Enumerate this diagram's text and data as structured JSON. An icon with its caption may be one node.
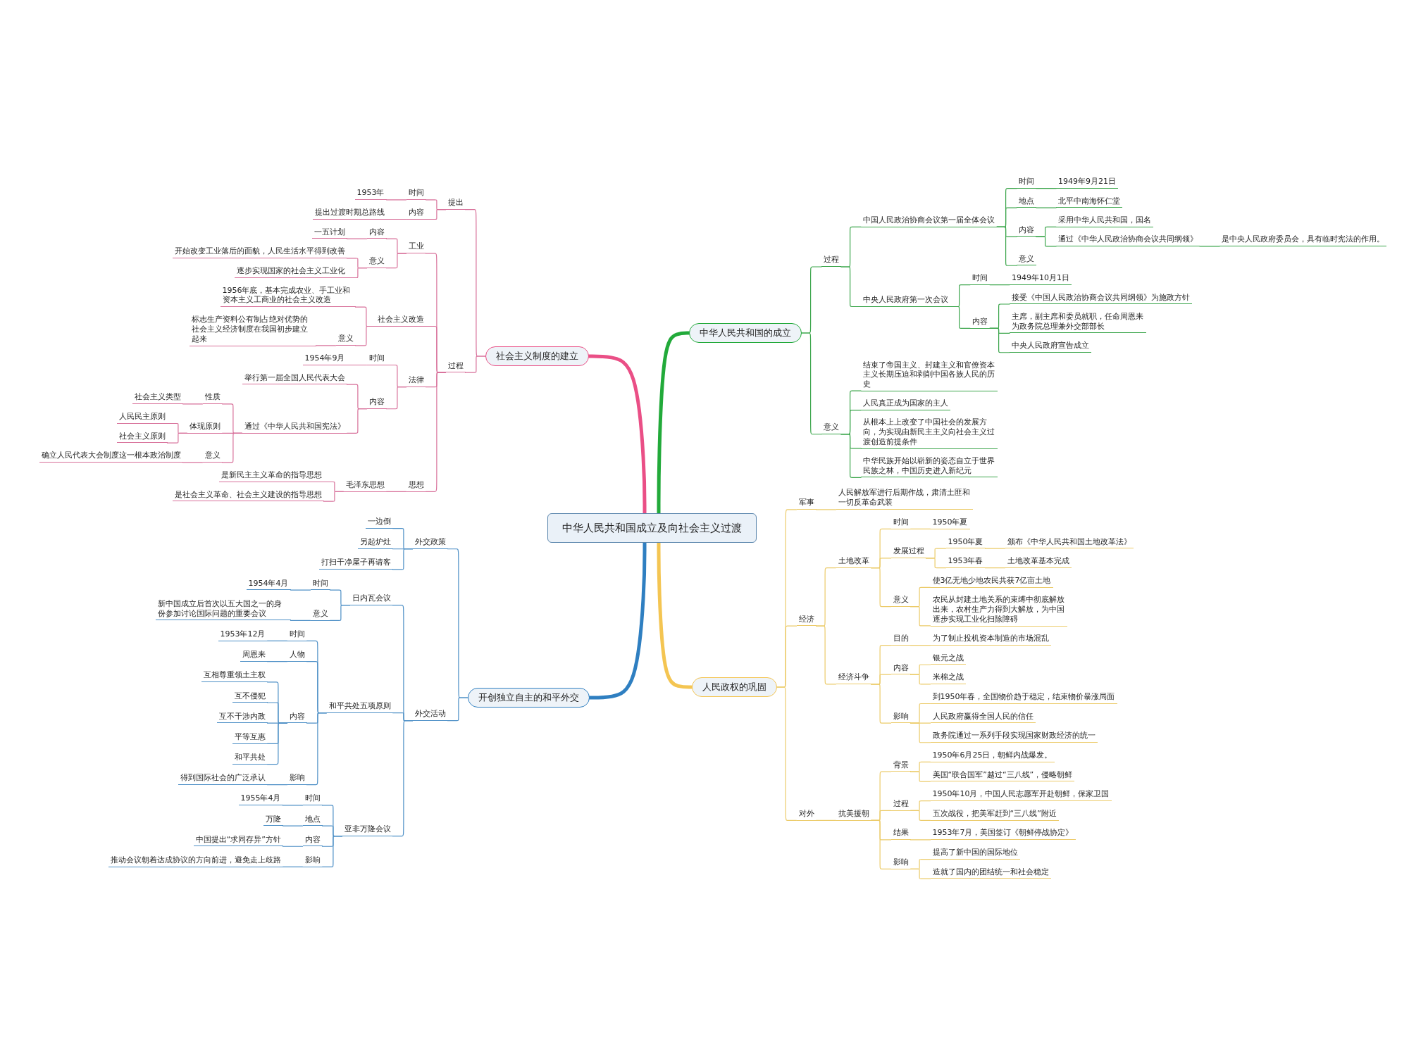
{
  "diagram": {
    "nodes": [
      {
        "text": [
          "中华人民共和国成立及向社会主义过渡"
        ]
      },
      {
        "text": [
          "社会主义制度的建立"
        ]
      },
      {
        "text": [
          "提出"
        ]
      },
      {
        "text": [
          "时间"
        ]
      },
      {
        "text": [
          "1953年"
        ]
      },
      {
        "text": [
          "内容"
        ]
      },
      {
        "text": [
          "提出过渡时期总路线"
        ]
      },
      {
        "text": [
          "过程"
        ]
      },
      {
        "text": [
          "工业"
        ]
      },
      {
        "text": [
          "内容"
        ]
      },
      {
        "text": [
          "一五计划"
        ]
      },
      {
        "text": [
          "意义"
        ]
      },
      {
        "text": [
          "开始改变工业落后的面貌，人民生活水平得到改善"
        ]
      },
      {
        "text": [
          "逐步实现国家的社会主义工业化"
        ]
      },
      {
        "text": [
          "社会主义改造"
        ]
      },
      {
        "text": [
          "1956年底，基本完成农业、手工业和资本主义工商业的社会主义改造"
        ]
      },
      {
        "text": [
          "意义"
        ]
      },
      {
        "text": [
          "标志生产资料公有制占绝对优势的社会主义经济制度在我国初步建立起来"
        ]
      },
      {
        "text": [
          "法律"
        ]
      },
      {
        "text": [
          "时间"
        ]
      },
      {
        "text": [
          "1954年9月"
        ]
      },
      {
        "text": [
          "内容"
        ]
      },
      {
        "text": [
          "举行第一届全国人民代表大会"
        ]
      },
      {
        "text": [
          "通过《中华人民共和国宪法》"
        ]
      },
      {
        "text": [
          "性质"
        ]
      },
      {
        "text": [
          "社会主义类型"
        ]
      },
      {
        "text": [
          "体现原则"
        ]
      },
      {
        "text": [
          "人民民主原则"
        ]
      },
      {
        "text": [
          "社会主义原则"
        ]
      },
      {
        "text": [
          "意义"
        ]
      },
      {
        "text": [
          "确立人民代表大会制度这一根本政治制度"
        ]
      },
      {
        "text": [
          "思想"
        ]
      },
      {
        "text": [
          "毛泽东思想"
        ]
      },
      {
        "text": [
          "是新民主主义革命的指导思想"
        ]
      },
      {
        "text": [
          "是社会主义革命、社会主义建设的指导思想"
        ]
      },
      {
        "text": [
          "开创独立自主的和平外交"
        ]
      },
      {
        "text": [
          "外交政策"
        ]
      },
      {
        "text": [
          "一边倒"
        ]
      },
      {
        "text": [
          "另起炉灶"
        ]
      },
      {
        "text": [
          "打扫干净屋子再请客"
        ]
      },
      {
        "text": [
          "外交活动"
        ]
      },
      {
        "text": [
          "日内瓦会议"
        ]
      },
      {
        "text": [
          "时间"
        ]
      },
      {
        "text": [
          "1954年4月"
        ]
      },
      {
        "text": [
          "意义"
        ]
      },
      {
        "text": [
          "新中国成立后首次以五大国之一的身份参加讨论国际问题的重要会议"
        ]
      },
      {
        "text": [
          "和平共处五项原则"
        ]
      },
      {
        "text": [
          "时间"
        ]
      },
      {
        "text": [
          "1953年12月"
        ]
      },
      {
        "text": [
          "人物"
        ]
      },
      {
        "text": [
          "周恩来"
        ]
      },
      {
        "text": [
          "内容"
        ]
      },
      {
        "text": [
          "互相尊重领土主权"
        ]
      },
      {
        "text": [
          "互不侵犯"
        ]
      },
      {
        "text": [
          "互不干涉内政"
        ]
      },
      {
        "text": [
          "平等互惠"
        ]
      },
      {
        "text": [
          "和平共处"
        ]
      },
      {
        "text": [
          "影响"
        ]
      },
      {
        "text": [
          "得到国际社会的广泛承认"
        ]
      },
      {
        "text": [
          "亚非万隆会议"
        ]
      },
      {
        "text": [
          "时间"
        ]
      },
      {
        "text": [
          "1955年4月"
        ]
      },
      {
        "text": [
          "地点"
        ]
      },
      {
        "text": [
          "万隆"
        ]
      },
      {
        "text": [
          "内容"
        ]
      },
      {
        "text": [
          "中国提出“求同存异”方针"
        ]
      },
      {
        "text": [
          "影响"
        ]
      },
      {
        "text": [
          "推动会议朝着达成协议的方向前进，避免走上歧路"
        ]
      },
      {
        "text": [
          "中华人民共和国的成立"
        ]
      },
      {
        "text": [
          "过程"
        ]
      },
      {
        "text": [
          "中国人民政治协商会议第一届全体会议"
        ]
      },
      {
        "text": [
          "时间"
        ]
      },
      {
        "text": [
          "1949年9月21日"
        ]
      },
      {
        "text": [
          "地点"
        ]
      },
      {
        "text": [
          "北平中南海怀仁堂"
        ]
      },
      {
        "text": [
          "内容"
        ]
      },
      {
        "text": [
          "采用中华人民共和国，国名"
        ]
      },
      {
        "text": [
          "通过《中华人民政治协商会议共同纲领》"
        ]
      },
      {
        "text": [
          "是中央人民政府委员会，具有临时宪法的作用。"
        ]
      },
      {
        "text": [
          "意义"
        ]
      },
      {
        "text": [
          "中央人民政府第一次会议"
        ]
      },
      {
        "text": [
          "时间"
        ]
      },
      {
        "text": [
          "1949年10月1日"
        ]
      },
      {
        "text": [
          "内容"
        ]
      },
      {
        "text": [
          "接受《中国人民政治协商会议共同纲领》为施政方针"
        ]
      },
      {
        "text": [
          "主席，副主席和委员就职，任命周恩来为政务院总理兼外交部部长"
        ]
      },
      {
        "text": [
          "中央人民政府宣告成立"
        ]
      },
      {
        "text": [
          "意义"
        ]
      },
      {
        "text": [
          "结束了帝国主义、封建主义和官僚资本主义长期压迫和剥削中国各族人民的历史"
        ]
      },
      {
        "text": [
          "人民真正成为国家的主人"
        ]
      },
      {
        "text": [
          "从根本上上改变了中国社会的发展方向，为实现由新民主主义向社会主义过渡创造前提条件"
        ]
      },
      {
        "text": [
          "中华民族开始以崭新的姿态自立于世界民族之林，中国历史进入新纪元"
        ]
      },
      {
        "text": [
          "人民政权的巩固"
        ]
      },
      {
        "text": [
          "军事"
        ]
      },
      {
        "text": [
          "人民解放军进行后期作战，肃清土匪和一切反革命武装"
        ]
      },
      {
        "text": [
          "经济"
        ]
      },
      {
        "text": [
          "土地改革"
        ]
      },
      {
        "text": [
          "时间"
        ]
      },
      {
        "text": [
          "1950年夏"
        ]
      },
      {
        "text": [
          "发展过程"
        ]
      },
      {
        "text": [
          "1950年夏"
        ]
      },
      {
        "text": [
          "颁布《中华人民共和国土地改革法》"
        ]
      },
      {
        "text": [
          "1953年春"
        ]
      },
      {
        "text": [
          "土地改革基本完成"
        ]
      },
      {
        "text": [
          "意义"
        ]
      },
      {
        "text": [
          "使3亿无地少地农民共获7亿亩土地"
        ]
      },
      {
        "text": [
          "农民从封建土地关系的束缚中彻底解放出来，农村生产力得到大解放，为中国逐步实现工业化扫除障碍"
        ]
      },
      {
        "text": [
          "经济斗争"
        ]
      },
      {
        "text": [
          "目的"
        ]
      },
      {
        "text": [
          "为了制止投机资本制造的市场混乱"
        ]
      },
      {
        "text": [
          "内容"
        ]
      },
      {
        "text": [
          "银元之战"
        ]
      },
      {
        "text": [
          "米棉之战"
        ]
      },
      {
        "text": [
          "影响"
        ]
      },
      {
        "text": [
          "到1950年春，全国物价趋于稳定，结束物价暴涨局面"
        ]
      },
      {
        "text": [
          "人民政府赢得全国人民的信任"
        ]
      },
      {
        "text": [
          "政务院通过一系列手段实现国家财政经济的统一"
        ]
      },
      {
        "text": [
          "对外"
        ]
      },
      {
        "text": [
          "抗美援朝"
        ]
      },
      {
        "text": [
          "背景"
        ]
      },
      {
        "text": [
          "1950年6月25日，朝鲜内战爆发。"
        ]
      },
      {
        "text": [
          "美国“联合国军”越过“三八线”，侵略朝鲜"
        ]
      },
      {
        "text": [
          "过程"
        ]
      },
      {
        "text": [
          "1950年10月，中国人民志愿军开赴朝鲜，保家卫国"
        ]
      },
      {
        "text": [
          "五次战役，把美军赶到“三八线”附近"
        ]
      },
      {
        "text": [
          "结果"
        ]
      },
      {
        "text": [
          "1953年7月，美国签订《朝鲜停战协定》"
        ]
      },
      {
        "text": [
          "影响"
        ]
      },
      {
        "text": [
          "提高了新中国的国际地位"
        ]
      },
      {
        "text": [
          "造就了国内的团结统一和社会稳定"
        ]
      }
    ],
    "edges": [
      {
        "from": 0,
        "to": 1,
        "arrow": "none",
        "style": "thick",
        "color": "#ea4f86"
      },
      {
        "from": 1,
        "to": 2,
        "arrow": "none",
        "color": "#d8709a"
      },
      {
        "from": 2,
        "to": 3,
        "arrow": "none",
        "color": "#d8709a"
      },
      {
        "from": 3,
        "to": 4,
        "arrow": "none",
        "color": "#d8709a"
      },
      {
        "from": 2,
        "to": 5,
        "arrow": "none",
        "color": "#d8709a"
      },
      {
        "from": 5,
        "to": 6,
        "arrow": "none",
        "color": "#d8709a"
      },
      {
        "from": 1,
        "to": 7,
        "arrow": "none",
        "color": "#d8709a"
      },
      {
        "from": 7,
        "to": 8,
        "arrow": "none",
        "color": "#d8709a"
      },
      {
        "from": 8,
        "to": 9,
        "arrow": "none",
        "color": "#d8709a"
      },
      {
        "from": 9,
        "to": 10,
        "arrow": "none",
        "color": "#d8709a"
      },
      {
        "from": 8,
        "to": 11,
        "arrow": "none",
        "color": "#d8709a"
      },
      {
        "from": 11,
        "to": 12,
        "arrow": "none",
        "color": "#d8709a"
      },
      {
        "from": 11,
        "to": 13,
        "arrow": "none",
        "color": "#d8709a"
      },
      {
        "from": 7,
        "to": 14,
        "arrow": "none",
        "color": "#d8709a"
      },
      {
        "from": 14,
        "to": 15,
        "arrow": "none",
        "color": "#d8709a"
      },
      {
        "from": 14,
        "to": 16,
        "arrow": "none",
        "color": "#d8709a"
      },
      {
        "from": 16,
        "to": 17,
        "arrow": "none",
        "color": "#d8709a"
      },
      {
        "from": 7,
        "to": 18,
        "arrow": "none",
        "color": "#d8709a"
      },
      {
        "from": 18,
        "to": 19,
        "arrow": "none",
        "color": "#d8709a"
      },
      {
        "from": 19,
        "to": 20,
        "arrow": "none",
        "color": "#d8709a"
      },
      {
        "from": 18,
        "to": 21,
        "arrow": "none",
        "color": "#d8709a"
      },
      {
        "from": 21,
        "to": 22,
        "arrow": "none",
        "color": "#d8709a"
      },
      {
        "from": 21,
        "to": 23,
        "arrow": "none",
        "color": "#d8709a"
      },
      {
        "from": 23,
        "to": 24,
        "arrow": "none",
        "color": "#d8709a"
      },
      {
        "from": 24,
        "to": 25,
        "arrow": "none",
        "color": "#d8709a"
      },
      {
        "from": 23,
        "to": 26,
        "arrow": "none",
        "color": "#d8709a"
      },
      {
        "from": 26,
        "to": 27,
        "arrow": "none",
        "color": "#d8709a"
      },
      {
        "from": 26,
        "to": 28,
        "arrow": "none",
        "color": "#d8709a"
      },
      {
        "from": 23,
        "to": 29,
        "arrow": "none",
        "color": "#d8709a"
      },
      {
        "from": 29,
        "to": 30,
        "arrow": "none",
        "color": "#d8709a"
      },
      {
        "from": 7,
        "to": 31,
        "arrow": "none",
        "color": "#d8709a"
      },
      {
        "from": 31,
        "to": 32,
        "arrow": "none",
        "color": "#d8709a"
      },
      {
        "from": 32,
        "to": 33,
        "arrow": "none",
        "color": "#d8709a"
      },
      {
        "from": 32,
        "to": 34,
        "arrow": "none",
        "color": "#d8709a"
      },
      {
        "from": 0,
        "to": 35,
        "arrow": "none",
        "style": "thick",
        "color": "#2f7fc1"
      },
      {
        "from": 35,
        "to": 36,
        "arrow": "none",
        "color": "#4d8fc6"
      },
      {
        "from": 36,
        "to": 37,
        "arrow": "none",
        "color": "#4d8fc6"
      },
      {
        "from": 36,
        "to": 38,
        "arrow": "none",
        "color": "#4d8fc6"
      },
      {
        "from": 36,
        "to": 39,
        "arrow": "none",
        "color": "#4d8fc6"
      },
      {
        "from": 35,
        "to": 40,
        "arrow": "none",
        "color": "#4d8fc6"
      },
      {
        "from": 40,
        "to": 41,
        "arrow": "none",
        "color": "#4d8fc6"
      },
      {
        "from": 41,
        "to": 42,
        "arrow": "none",
        "color": "#4d8fc6"
      },
      {
        "from": 42,
        "to": 43,
        "arrow": "none",
        "color": "#4d8fc6"
      },
      {
        "from": 41,
        "to": 44,
        "arrow": "none",
        "color": "#4d8fc6"
      },
      {
        "from": 44,
        "to": 45,
        "arrow": "none",
        "color": "#4d8fc6"
      },
      {
        "from": 40,
        "to": 46,
        "arrow": "none",
        "color": "#4d8fc6"
      },
      {
        "from": 46,
        "to": 47,
        "arrow": "none",
        "color": "#4d8fc6"
      },
      {
        "from": 47,
        "to": 48,
        "arrow": "none",
        "color": "#4d8fc6"
      },
      {
        "from": 46,
        "to": 49,
        "arrow": "none",
        "color": "#4d8fc6"
      },
      {
        "from": 49,
        "to": 50,
        "arrow": "none",
        "color": "#4d8fc6"
      },
      {
        "from": 46,
        "to": 51,
        "arrow": "none",
        "color": "#4d8fc6"
      },
      {
        "from": 51,
        "to": 52,
        "arrow": "none",
        "color": "#4d8fc6"
      },
      {
        "from": 51,
        "to": 53,
        "arrow": "none",
        "color": "#4d8fc6"
      },
      {
        "from": 51,
        "to": 54,
        "arrow": "none",
        "color": "#4d8fc6"
      },
      {
        "from": 51,
        "to": 55,
        "arrow": "none",
        "color": "#4d8fc6"
      },
      {
        "from": 51,
        "to": 56,
        "arrow": "none",
        "color": "#4d8fc6"
      },
      {
        "from": 46,
        "to": 57,
        "arrow": "none",
        "color": "#4d8fc6"
      },
      {
        "from": 57,
        "to": 58,
        "arrow": "none",
        "color": "#4d8fc6"
      },
      {
        "from": 40,
        "to": 59,
        "arrow": "none",
        "color": "#4d8fc6"
      },
      {
        "from": 59,
        "to": 60,
        "arrow": "none",
        "color": "#4d8fc6"
      },
      {
        "from": 60,
        "to": 61,
        "arrow": "none",
        "color": "#4d8fc6"
      },
      {
        "from": 59,
        "to": 62,
        "arrow": "none",
        "color": "#4d8fc6"
      },
      {
        "from": 62,
        "to": 63,
        "arrow": "none",
        "color": "#4d8fc6"
      },
      {
        "from": 59,
        "to": 64,
        "arrow": "none",
        "color": "#4d8fc6"
      },
      {
        "from": 64,
        "to": 65,
        "arrow": "none",
        "color": "#4d8fc6"
      },
      {
        "from": 59,
        "to": 66,
        "arrow": "none",
        "color": "#4d8fc6"
      },
      {
        "from": 66,
        "to": 67,
        "arrow": "none",
        "color": "#4d8fc6"
      },
      {
        "from": 0,
        "to": 68,
        "arrow": "none",
        "style": "thick",
        "color": "#22aa3a"
      },
      {
        "from": 68,
        "to": 69,
        "arrow": "none",
        "color": "#3aa54a"
      },
      {
        "from": 69,
        "to": 70,
        "arrow": "none",
        "color": "#3aa54a"
      },
      {
        "from": 70,
        "to": 71,
        "arrow": "none",
        "color": "#3aa54a"
      },
      {
        "from": 71,
        "to": 72,
        "arrow": "none",
        "color": "#3aa54a"
      },
      {
        "from": 70,
        "to": 73,
        "arrow": "none",
        "color": "#3aa54a"
      },
      {
        "from": 73,
        "to": 74,
        "arrow": "none",
        "color": "#3aa54a"
      },
      {
        "from": 70,
        "to": 75,
        "arrow": "none",
        "color": "#3aa54a"
      },
      {
        "from": 75,
        "to": 76,
        "arrow": "none",
        "color": "#3aa54a"
      },
      {
        "from": 75,
        "to": 77,
        "arrow": "none",
        "color": "#3aa54a"
      },
      {
        "from": 77,
        "to": 78,
        "arrow": "none",
        "color": "#3aa54a"
      },
      {
        "from": 70,
        "to": 79,
        "arrow": "none",
        "color": "#3aa54a"
      },
      {
        "from": 69,
        "to": 80,
        "arrow": "none",
        "color": "#3aa54a"
      },
      {
        "from": 80,
        "to": 81,
        "arrow": "none",
        "color": "#3aa54a"
      },
      {
        "from": 81,
        "to": 82,
        "arrow": "none",
        "color": "#3aa54a"
      },
      {
        "from": 80,
        "to": 83,
        "arrow": "none",
        "color": "#3aa54a"
      },
      {
        "from": 83,
        "to": 84,
        "arrow": "none",
        "color": "#3aa54a"
      },
      {
        "from": 83,
        "to": 85,
        "arrow": "none",
        "color": "#3aa54a"
      },
      {
        "from": 83,
        "to": 86,
        "arrow": "none",
        "color": "#3aa54a"
      },
      {
        "from": 68,
        "to": 87,
        "arrow": "none",
        "color": "#3aa54a"
      },
      {
        "from": 87,
        "to": 88,
        "arrow": "none",
        "color": "#3aa54a"
      },
      {
        "from": 87,
        "to": 89,
        "arrow": "none",
        "color": "#3aa54a"
      },
      {
        "from": 87,
        "to": 90,
        "arrow": "none",
        "color": "#3aa54a"
      },
      {
        "from": 87,
        "to": 91,
        "arrow": "none",
        "color": "#3aa54a"
      },
      {
        "from": 0,
        "to": 92,
        "arrow": "none",
        "style": "thick",
        "color": "#f4c552"
      },
      {
        "from": 92,
        "to": 93,
        "arrow": "none",
        "color": "#eccb6a"
      },
      {
        "from": 93,
        "to": 94,
        "arrow": "none",
        "color": "#eccb6a"
      },
      {
        "from": 92,
        "to": 95,
        "arrow": "none",
        "color": "#eccb6a"
      },
      {
        "from": 95,
        "to": 96,
        "arrow": "none",
        "color": "#eccb6a"
      },
      {
        "from": 96,
        "to": 97,
        "arrow": "none",
        "color": "#eccb6a"
      },
      {
        "from": 97,
        "to": 98,
        "arrow": "none",
        "color": "#eccb6a"
      },
      {
        "from": 96,
        "to": 99,
        "arrow": "none",
        "color": "#eccb6a"
      },
      {
        "from": 99,
        "to": 100,
        "arrow": "none",
        "color": "#eccb6a"
      },
      {
        "from": 100,
        "to": 101,
        "arrow": "none",
        "color": "#eccb6a"
      },
      {
        "from": 99,
        "to": 102,
        "arrow": "none",
        "color": "#eccb6a"
      },
      {
        "from": 102,
        "to": 103,
        "arrow": "none",
        "color": "#eccb6a"
      },
      {
        "from": 96,
        "to": 104,
        "arrow": "none",
        "color": "#eccb6a"
      },
      {
        "from": 104,
        "to": 105,
        "arrow": "none",
        "color": "#eccb6a"
      },
      {
        "from": 104,
        "to": 106,
        "arrow": "none",
        "color": "#eccb6a"
      },
      {
        "from": 95,
        "to": 107,
        "arrow": "none",
        "color": "#eccb6a"
      },
      {
        "from": 107,
        "to": 108,
        "arrow": "none",
        "color": "#eccb6a"
      },
      {
        "from": 108,
        "to": 109,
        "arrow": "none",
        "color": "#eccb6a"
      },
      {
        "from": 107,
        "to": 110,
        "arrow": "none",
        "color": "#eccb6a"
      },
      {
        "from": 110,
        "to": 111,
        "arrow": "none",
        "color": "#eccb6a"
      },
      {
        "from": 110,
        "to": 112,
        "arrow": "none",
        "color": "#eccb6a"
      },
      {
        "from": 107,
        "to": 113,
        "arrow": "none",
        "color": "#eccb6a"
      },
      {
        "from": 113,
        "to": 114,
        "arrow": "none",
        "color": "#eccb6a"
      },
      {
        "from": 113,
        "to": 115,
        "arrow": "none",
        "color": "#eccb6a"
      },
      {
        "from": 113,
        "to": 116,
        "arrow": "none",
        "color": "#eccb6a"
      },
      {
        "from": 92,
        "to": 117,
        "arrow": "none",
        "color": "#eccb6a"
      },
      {
        "from": 117,
        "to": 118,
        "arrow": "none",
        "color": "#eccb6a"
      },
      {
        "from": 118,
        "to": 119,
        "arrow": "none",
        "color": "#eccb6a"
      },
      {
        "from": 119,
        "to": 120,
        "arrow": "none",
        "color": "#eccb6a"
      },
      {
        "from": 119,
        "to": 121,
        "arrow": "none",
        "color": "#eccb6a"
      },
      {
        "from": 118,
        "to": 122,
        "arrow": "none",
        "color": "#eccb6a"
      },
      {
        "from": 122,
        "to": 123,
        "arrow": "none",
        "color": "#eccb6a"
      },
      {
        "from": 122,
        "to": 124,
        "arrow": "none",
        "color": "#eccb6a"
      },
      {
        "from": 118,
        "to": 125,
        "arrow": "none",
        "color": "#eccb6a"
      },
      {
        "from": 125,
        "to": 126,
        "arrow": "none",
        "color": "#eccb6a"
      },
      {
        "from": 118,
        "to": 127,
        "arrow": "none",
        "color": "#eccb6a"
      },
      {
        "from": 127,
        "to": 128,
        "arrow": "none",
        "color": "#eccb6a"
      },
      {
        "from": 127,
        "to": 129,
        "arrow": "none",
        "color": "#eccb6a"
      }
    ]
  }
}
